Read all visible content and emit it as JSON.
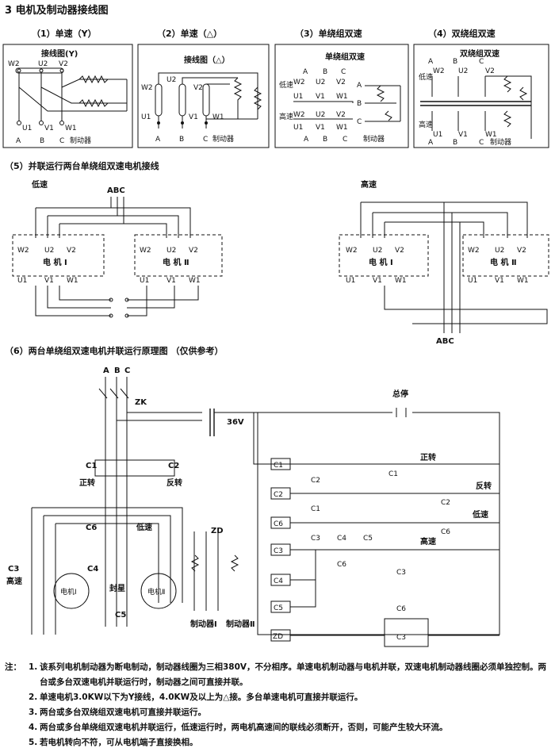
{
  "title": "3 电机及制动器接线图",
  "panels": {
    "p1": {
      "heading": "（1）单速（Y）",
      "caption": "接线图(Y)"
    },
    "p2": {
      "heading": "（2）单速（△）",
      "caption": "接线图（△）"
    },
    "p3": {
      "heading": "（3）单绕组双速",
      "caption": "单绕组双速"
    },
    "p4": {
      "heading": "（4）双绕组双速",
      "caption": "双绕组双速"
    }
  },
  "section5": {
    "heading": "（5）并联运行两台单绕组双速电机接线",
    "low": "低速",
    "high": "高速"
  },
  "section6": {
    "heading": "（6）两台单绕组双速电机并联运行原理图 （仅供参考）"
  },
  "labels": {
    "w2": "W2",
    "u2": "U2",
    "v2": "V2",
    "u1": "U1",
    "v1": "V1",
    "w1": "W1",
    "a": "A",
    "b": "B",
    "c": "C",
    "abc": "ABC",
    "brake": "制动器",
    "motor1": "电 机 Ⅰ",
    "motor2": "电 机 Ⅱ",
    "zk": "ZK",
    "v36": "36V",
    "stop": "总停",
    "c1": "C1",
    "c2": "C2",
    "c3": "C3",
    "c4": "C4",
    "c5": "C5",
    "c6": "C6",
    "zd": "ZD",
    "fwd": "正转",
    "rev": "反转",
    "low": "低速",
    "high": "高速",
    "star": "封星",
    "m1_small": "电机Ⅰ",
    "m2_small": "电机Ⅱ",
    "brake1": "制动器Ⅰ",
    "brake2": "制动器Ⅱ"
  },
  "notes": {
    "prefix": "注：",
    "items": [
      {
        "num": "1.",
        "text": "该系列电机制动器为断电制动，制动器线圈为三相380V，不分相序。单速电机制动器与电机并联，双速电机制动器线圈必须单独控制。两台或多台双速电机并联运行时，制动器之间可直接并联。"
      },
      {
        "num": "2.",
        "text": "单速电机3.0KW以下为Y接线，4.0KW及以上为△接。多台单速电机可直接并联运行。"
      },
      {
        "num": "3.",
        "text": "两台或多台双绕组双速电机可直接并联运行。"
      },
      {
        "num": "4.",
        "text": "两台或多台单绕组双速电机并联运行，低速运行时，两电机高速间的联线必须断开，否则，可能产生较大环流。"
      },
      {
        "num": "5.",
        "text": "若电机转向不符，可从电机端子直接换相。"
      }
    ]
  }
}
